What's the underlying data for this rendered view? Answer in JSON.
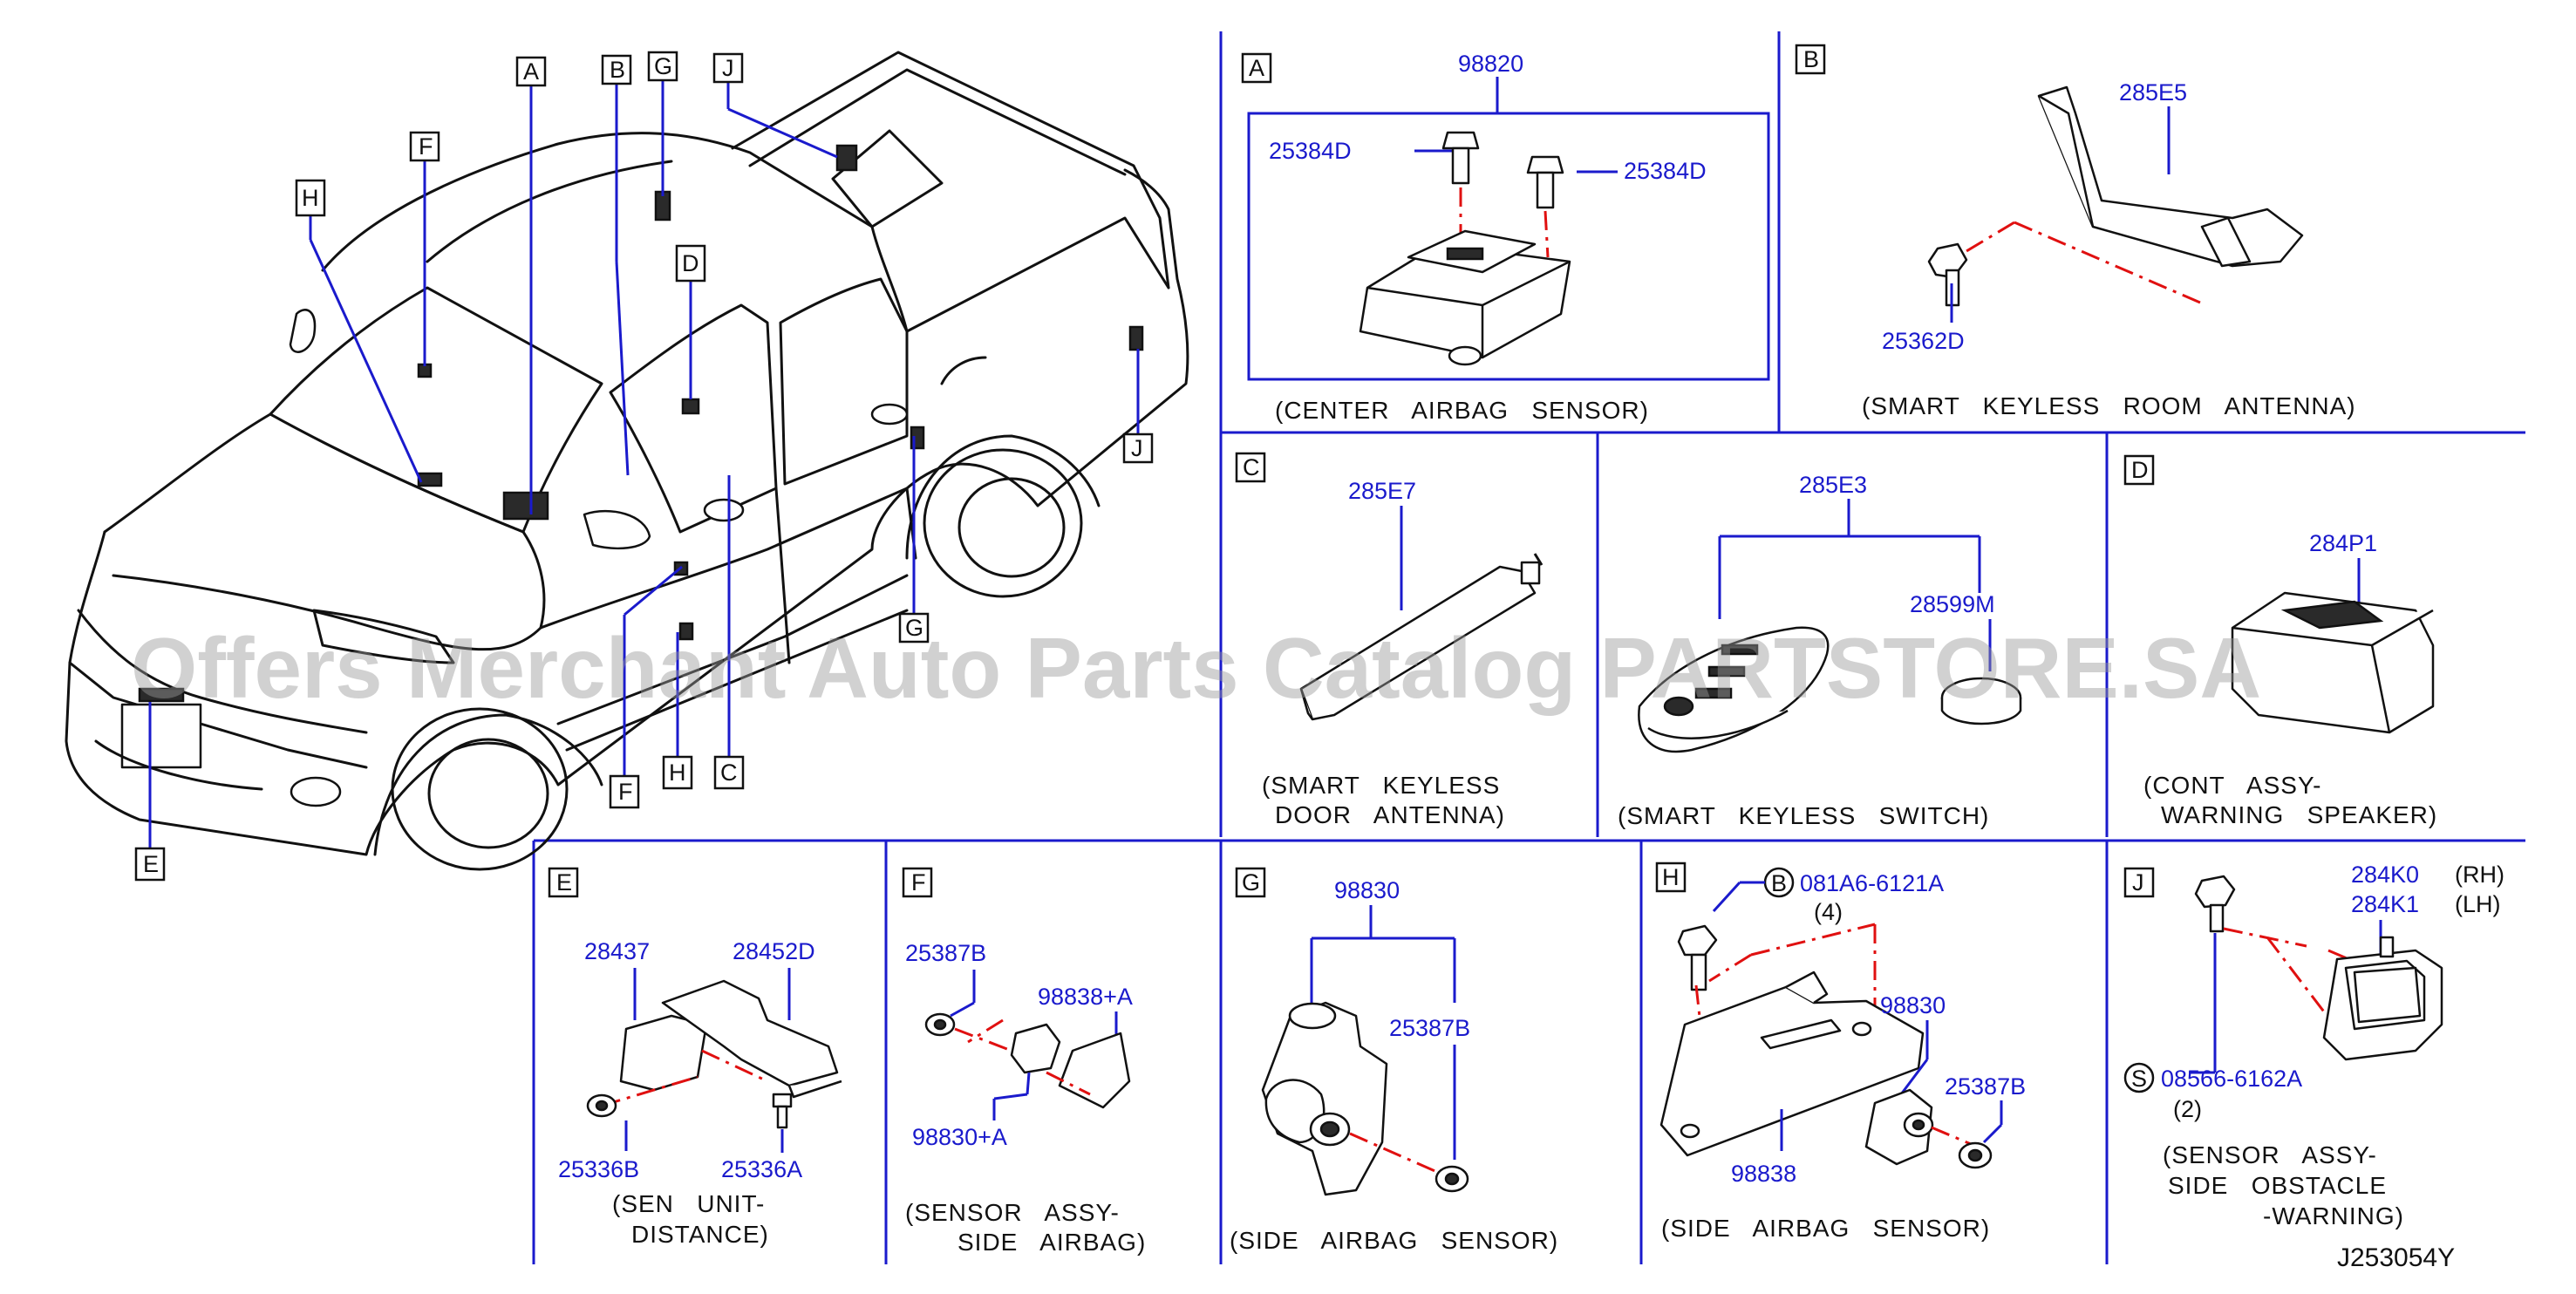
{
  "diagram": {
    "id": "J253054Y",
    "watermark": "Offers Merchant Auto Parts Catalog PARTSTORE.SA",
    "overview_letters": [
      "A",
      "B",
      "G",
      "J",
      "F",
      "H",
      "D",
      "J",
      "G",
      "F",
      "H",
      "C",
      "E"
    ],
    "panels": {
      "A": {
        "letter": "A",
        "caption": "(CENTER   AIRBAG   SENSOR)",
        "parts": [
          "98820",
          "25384D",
          "25384D"
        ]
      },
      "B": {
        "letter": "B",
        "caption": "(SMART   KEYLESS   ROOM   ANTENNA)",
        "parts": [
          "285E5",
          "25362D"
        ]
      },
      "C": {
        "letter": "C",
        "caption_1": "(SMART   KEYLESS",
        "caption_2": "DOOR   ANTENNA)",
        "parts": [
          "285E7"
        ]
      },
      "C2": {
        "caption": "(SMART   KEYLESS   SWITCH)",
        "parts": [
          "285E3",
          "28599M"
        ]
      },
      "D": {
        "letter": "D",
        "caption_1": "(CONT   ASSY-",
        "caption_2": "WARNING   SPEAKER)",
        "parts": [
          "284P1"
        ]
      },
      "E": {
        "letter": "E",
        "caption_1": "(SEN   UNIT-",
        "caption_2": "DISTANCE)",
        "parts": [
          "28437",
          "28452D",
          "25336B",
          "25336A"
        ]
      },
      "F": {
        "letter": "F",
        "caption_1": "(SENSOR   ASSY-",
        "caption_2": "SIDE   AIRBAG)",
        "parts": [
          "25387B",
          "98838+A",
          "98830+A"
        ]
      },
      "G": {
        "letter": "G",
        "caption": "(SIDE   AIRBAG   SENSOR)",
        "parts": [
          "98830",
          "25387B"
        ]
      },
      "H": {
        "letter": "H",
        "caption": "(SIDE   AIRBAG   SENSOR)",
        "parts": [
          "081A6-6121A",
          "(4)",
          "98830",
          "25387B",
          "98838"
        ],
        "bolt_symbol": "B"
      },
      "J": {
        "letter": "J",
        "caption_1": "(SENSOR   ASSY-",
        "caption_2": "SIDE   OBSTACLE",
        "caption_3": "-WARNING)",
        "parts": [
          "284K0",
          "(RH)",
          "284K1",
          "(LH)",
          "08566-6162A",
          "(2)"
        ],
        "screw_symbol": "S"
      }
    }
  }
}
